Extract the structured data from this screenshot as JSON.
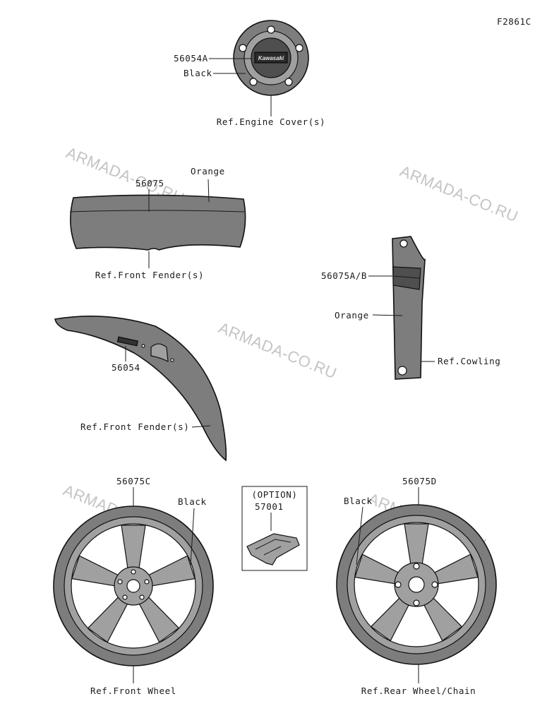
{
  "figure_code": "F2861C",
  "watermark": "ARMADA-CO.RU",
  "engine_cover": {
    "part": "56054A",
    "color": "Black",
    "ref": "Ref.Engine Cover(s)",
    "logo": "Kawasaki"
  },
  "front_fender_top": {
    "part": "56075",
    "color": "Orange",
    "ref": "Ref.Front Fender(s)"
  },
  "cowling": {
    "part": "56075A/B",
    "color": "Orange",
    "ref": "Ref.Cowling"
  },
  "front_fender_side": {
    "part": "56054",
    "ref": "Ref.Front Fender(s)"
  },
  "front_wheel": {
    "part": "56075C",
    "color": "Black",
    "ref": "Ref.Front Wheel"
  },
  "option": {
    "title": "(OPTION)",
    "part": "57001"
  },
  "rear_wheel": {
    "part": "56075D",
    "color": "Black",
    "ref": "Ref.Rear Wheel/Chain"
  }
}
